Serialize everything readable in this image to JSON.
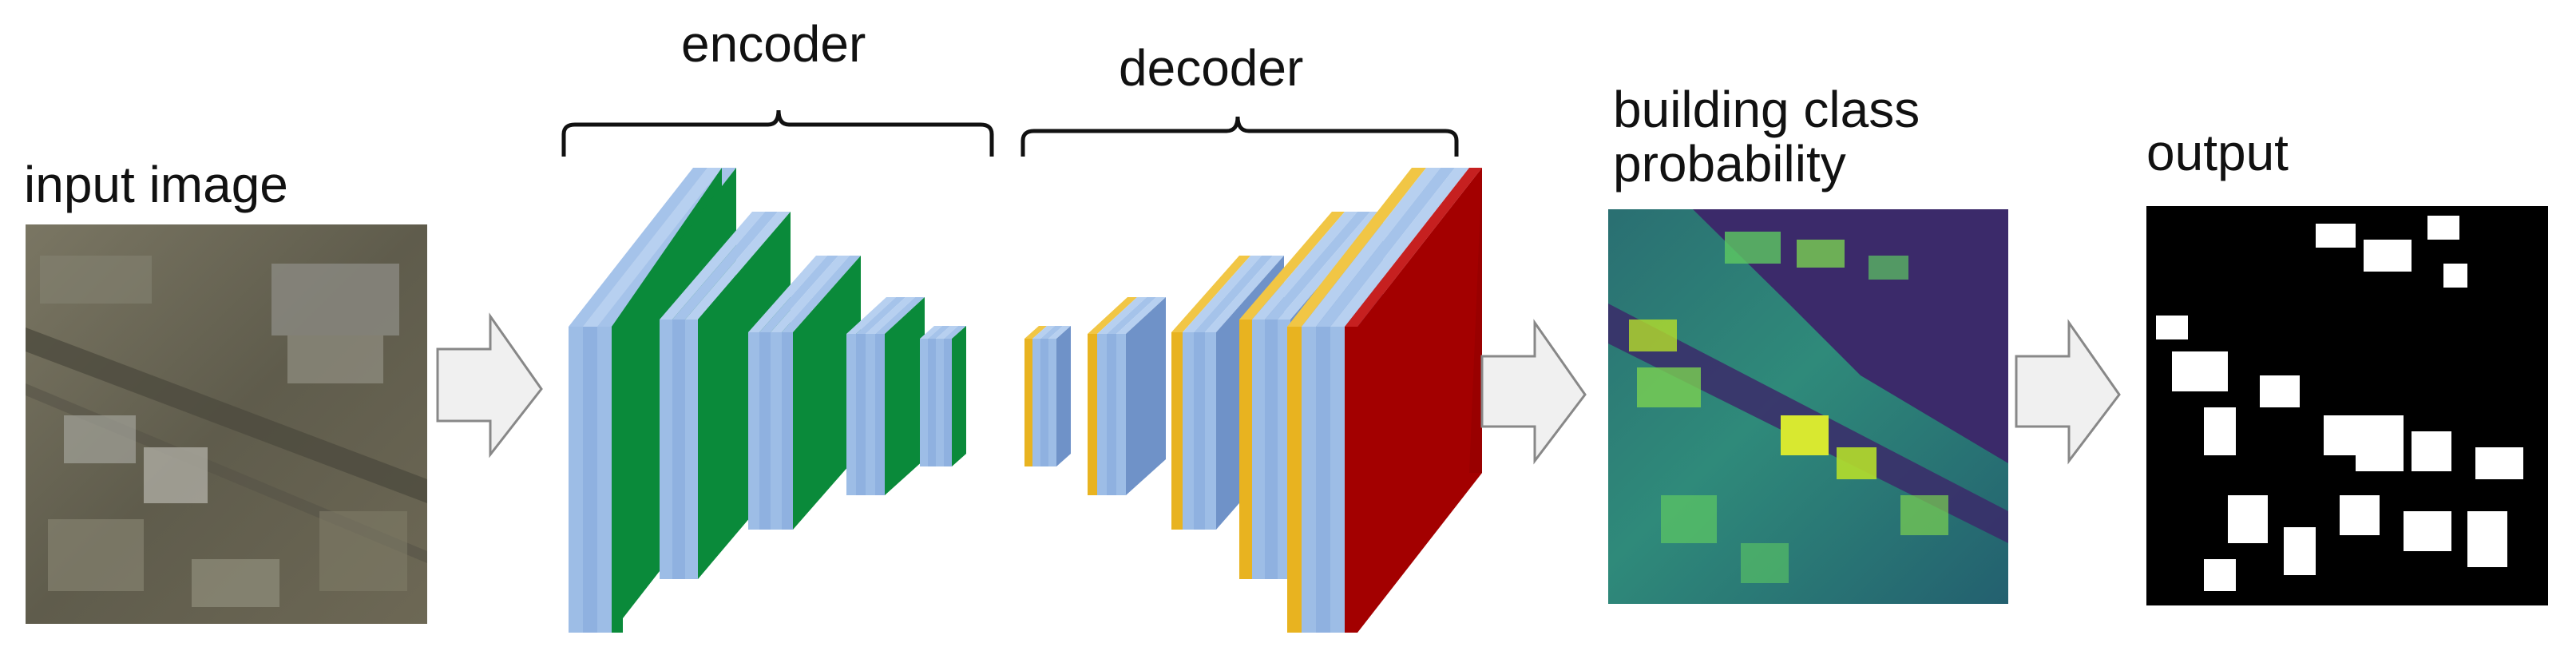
{
  "labels": {
    "input": "input image",
    "encoder": "encoder",
    "decoder": "decoder",
    "probability_line1": "building class",
    "probability_line2": "probability",
    "output": "output"
  },
  "colors": {
    "conv_layer": "#9dbde6",
    "conv_layer_edge": "#6f92c8",
    "pool_layer": "#0a8a3a",
    "upsample_layer": "#e8b320",
    "output_layer": "#a30000",
    "arrow_fill": "#f0f0f0",
    "arrow_stroke": "#888888",
    "satellite_base": "#6e6a58",
    "probability_base": "#3b2a6a",
    "probability_high": "#d8e830",
    "mask_background": "#000000",
    "mask_building": "#ffffff"
  }
}
